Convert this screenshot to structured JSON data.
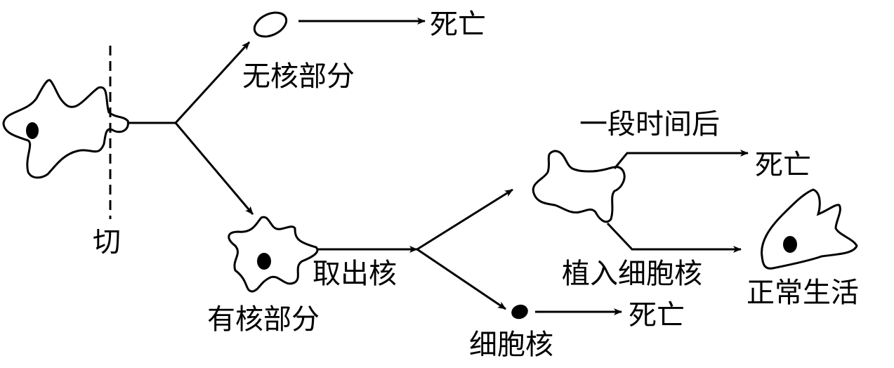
{
  "labels": {
    "cut": "切",
    "anucleate_part": "无核部分",
    "death_top": "死亡",
    "nucleate_part": "有核部分",
    "remove_nucleus": "取出核",
    "after_time": "一段时间后",
    "death_middle": "死亡",
    "implant_nucleus": "植入细胞核",
    "normal_life": "正常生活",
    "nucleus": "细胞核",
    "death_bottom": "死亡"
  },
  "colors": {
    "stroke": "#000000",
    "background": "#ffffff"
  }
}
